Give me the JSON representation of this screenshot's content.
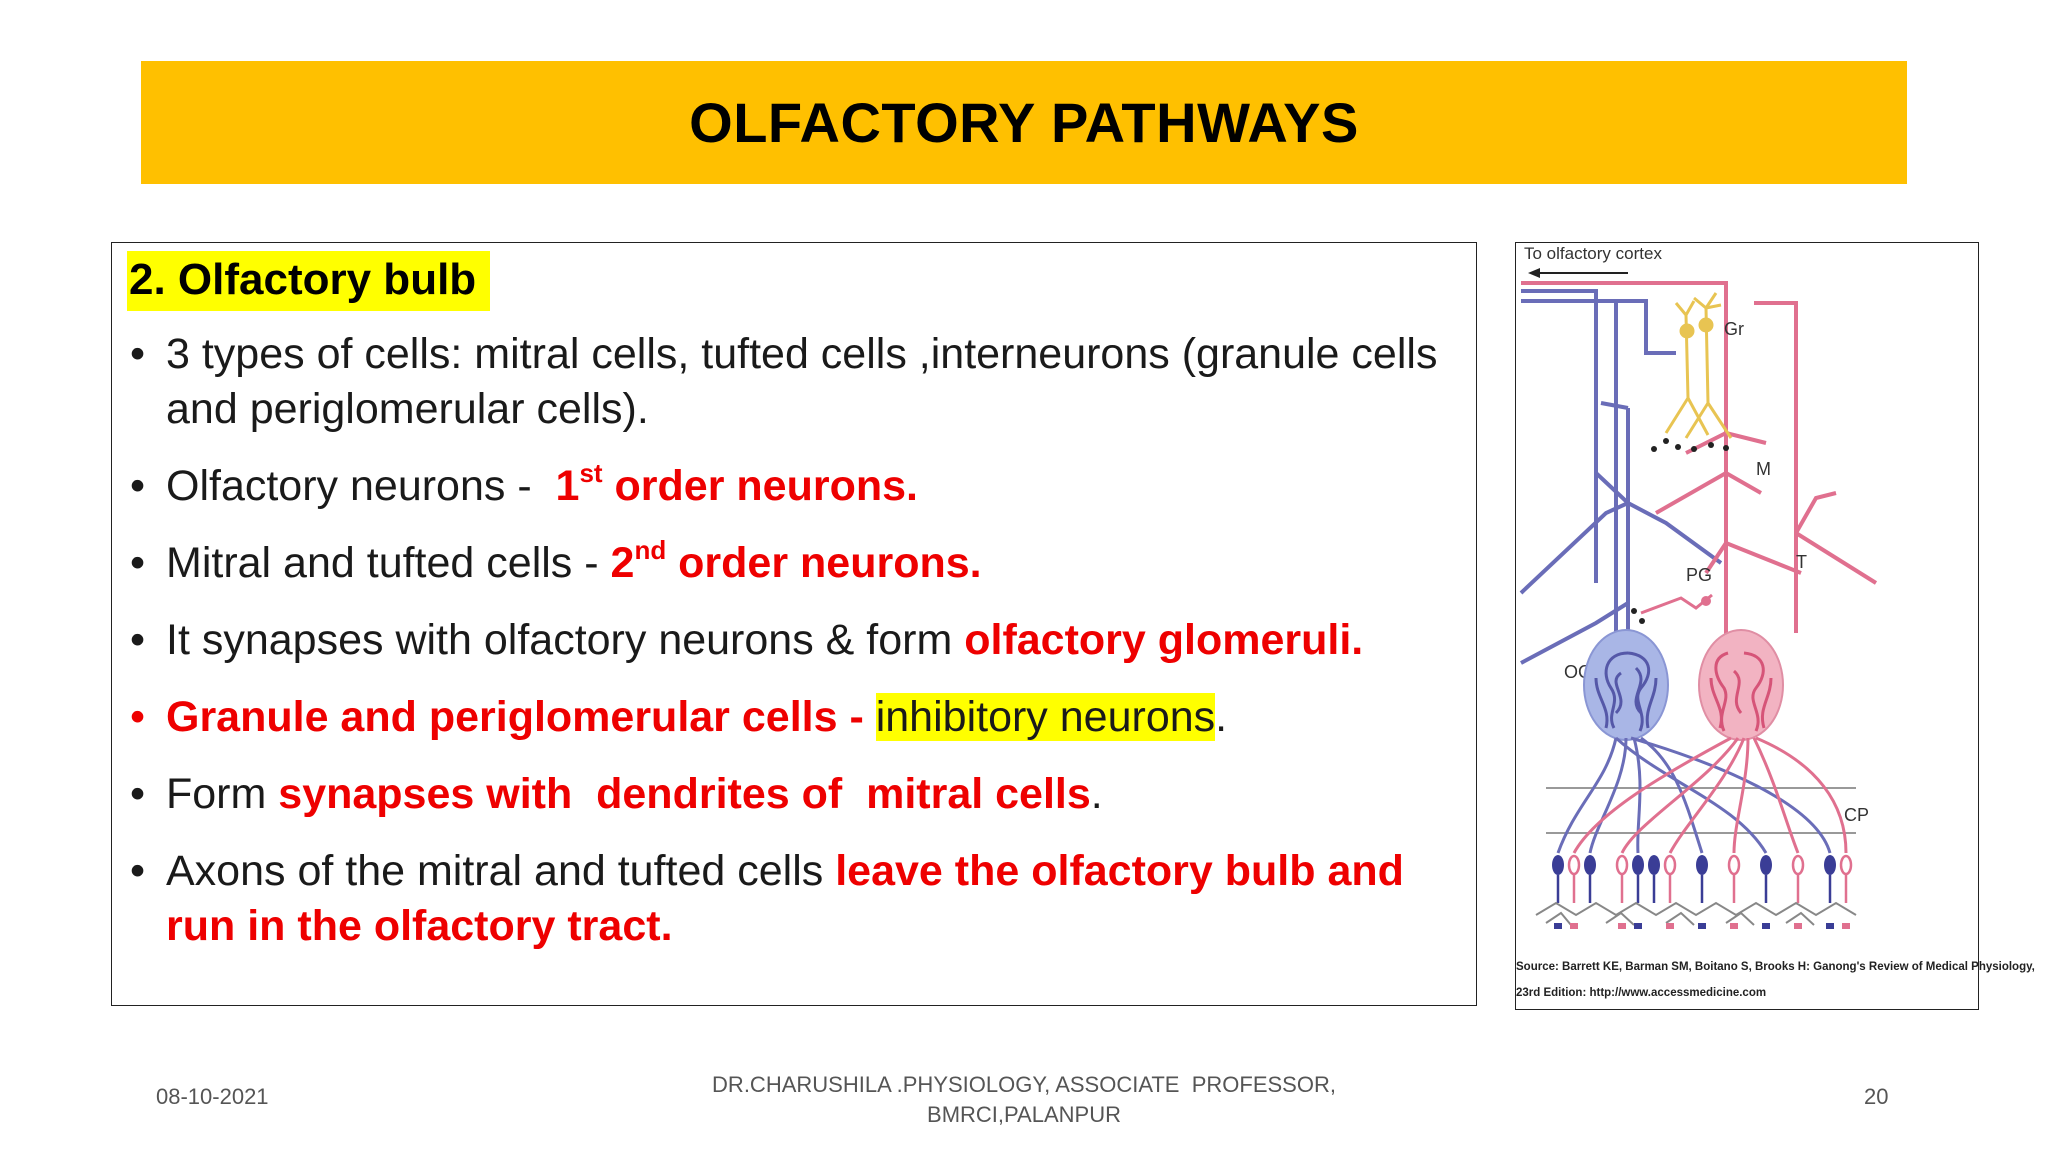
{
  "slide": {
    "title": "OLFACTORY PATHWAYS",
    "section_heading": "2. Olfactory bulb",
    "bullets": {
      "b1": "3 types of cells: mitral cells, tufted cells ,interneurons (granule cells and periglomerular cells).",
      "b2_prefix": "Olfactory neurons -  ",
      "b2_num": "1",
      "b2_sup": "st",
      "b2_rest": " order neurons.",
      "b3_prefix": "Mitral and tufted cells - ",
      "b3_num": "2",
      "b3_sup": "nd",
      "b3_rest": " order neurons.",
      "b4_prefix": "It synapses with olfactory neurons & form ",
      "b4_red": "olfactory glomeruli.",
      "b5_red": "Granule and periglomerular cells - ",
      "b5_highlight": "inhibitory neurons",
      "b5_end": ".",
      "b6_prefix": "Form ",
      "b6_red": "synapses with  dendrites of  mitral cells",
      "b6_end": ".",
      "b7_prefix": "Axons of the mitral and tufted cells ",
      "b7_red": "leave the olfactory bulb and run in the olfactory tract."
    }
  },
  "diagram": {
    "label_top": "To olfactory cortex",
    "labels": {
      "gr": "Gr",
      "m": "M",
      "t": "T",
      "pg": "PG",
      "og": "OG",
      "cp": "CP"
    },
    "source_line1": "Source: Barrett KE, Barman SM, Boitano S, Brooks H: Ganong's Review of Medical Physiology,",
    "source_line2": "23rd Edition: http://www.accessmedicine.com",
    "colors": {
      "blue": "#6a6db8",
      "pink": "#e0708f",
      "granule": "#e8c452",
      "og_fill": "#a9b6e6",
      "pg_fill": "#f2b3c2"
    }
  },
  "footer": {
    "date": "08-10-2021",
    "author_line1": "DR.CHARUSHILA .PHYSIOLOGY, ASSOCIATE  PROFESSOR,",
    "author_line2": "BMRCI,PALANPUR",
    "page_number": "20"
  }
}
